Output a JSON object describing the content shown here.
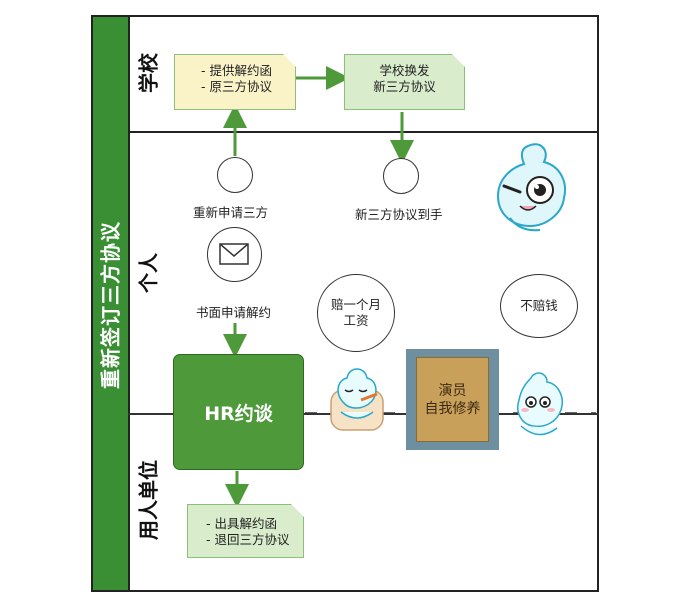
{
  "title": "重新签订三方协议",
  "lanes": {
    "school": "学校",
    "personal": "个人",
    "employer": "用人单位"
  },
  "school_docs": {
    "provide": [
      "- 提供解约函",
      "- 原三方协议"
    ],
    "reissue": [
      "学校换发",
      "新三方协议"
    ]
  },
  "events": {
    "reapply": "重新申请三方",
    "received": "新三方协议到手",
    "written_request": "书面申请解约"
  },
  "hr_box": "HR约谈",
  "bubbles": {
    "pay_month": [
      "赔一个月",
      "工资"
    ],
    "no_pay": "不赔钱"
  },
  "employer_doc": [
    "- 出具解约函",
    "- 退回三方协议"
  ],
  "book": {
    "line1": "演员",
    "line2": "自我修养"
  },
  "icons": [
    "envelope-icon",
    "crying-mascot",
    "sleeping-mascot",
    "shy-mascot"
  ],
  "colors": {
    "title_bar": "#3a8f35",
    "hr_box": "#4e9a3a",
    "doc_yellow": "#fbf3c8",
    "doc_green": "#d9eccc",
    "arrow": "#4e9a3a"
  }
}
